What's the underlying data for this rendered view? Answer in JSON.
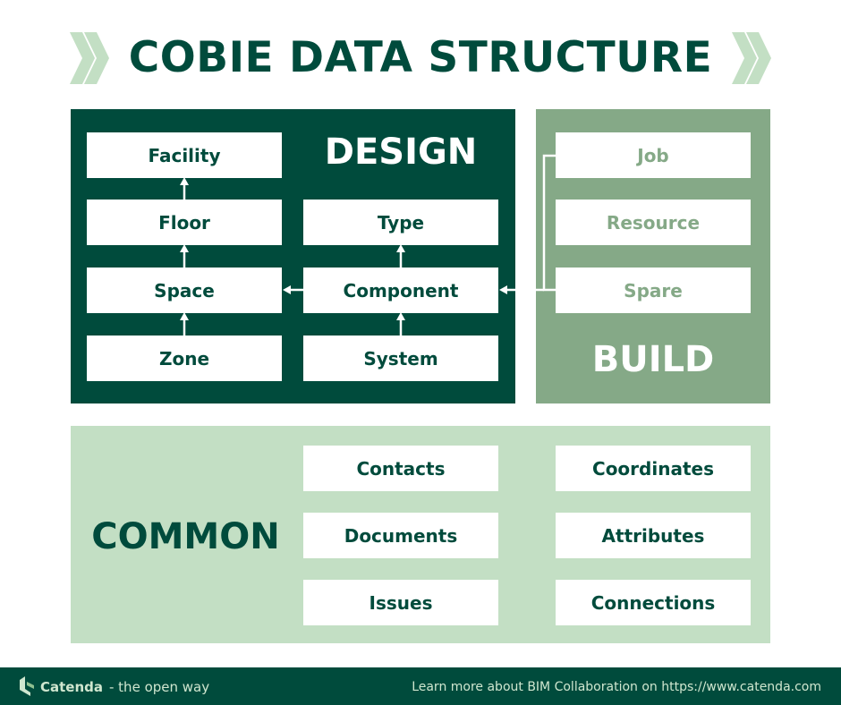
{
  "title": "COBIE DATA STRUCTURE",
  "colors": {
    "dark_green": "#004b3c",
    "mid_green": "#85a987",
    "light_green": "#c3dfc4",
    "chevron": "#c3dfc4",
    "white": "#ffffff"
  },
  "icons": {
    "title_decoration": "double-chevron-right-icon",
    "footer_logo": "catenda-logo-icon"
  },
  "design": {
    "label": "DESIGN",
    "facility": "Facility",
    "floor": "Floor",
    "space": "Space",
    "zone": "Zone",
    "type": "Type",
    "component": "Component",
    "system": "System"
  },
  "build": {
    "label": "BUILD",
    "job": "Job",
    "resource": "Resource",
    "spare": "Spare"
  },
  "common": {
    "label": "COMMON",
    "contacts": "Contacts",
    "documents": "Documents",
    "issues": "Issues",
    "coordinates": "Coordinates",
    "attributes": "Attributes",
    "connections": "Connections"
  },
  "footer": {
    "brand": "Catenda",
    "tagline": "- the open way",
    "link_text": "Learn more about BIM Collaboration on https://www.catenda.com"
  }
}
